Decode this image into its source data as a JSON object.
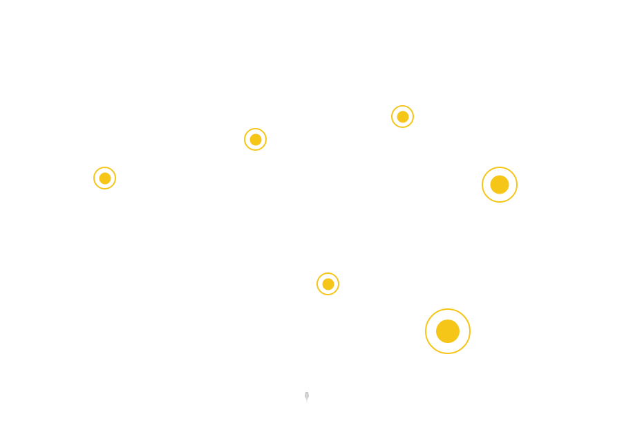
{
  "game": {
    "accent_color": "#f5c518",
    "background_color": "#ffffff",
    "targets": [
      {
        "id": "target-1",
        "size": "small"
      },
      {
        "id": "target-2",
        "size": "small"
      },
      {
        "id": "target-3",
        "size": "small"
      },
      {
        "id": "target-4",
        "size": "medium"
      },
      {
        "id": "target-5",
        "size": "small"
      },
      {
        "id": "target-6",
        "size": "large"
      }
    ],
    "cursor_icon": "feather-cursor-icon"
  }
}
